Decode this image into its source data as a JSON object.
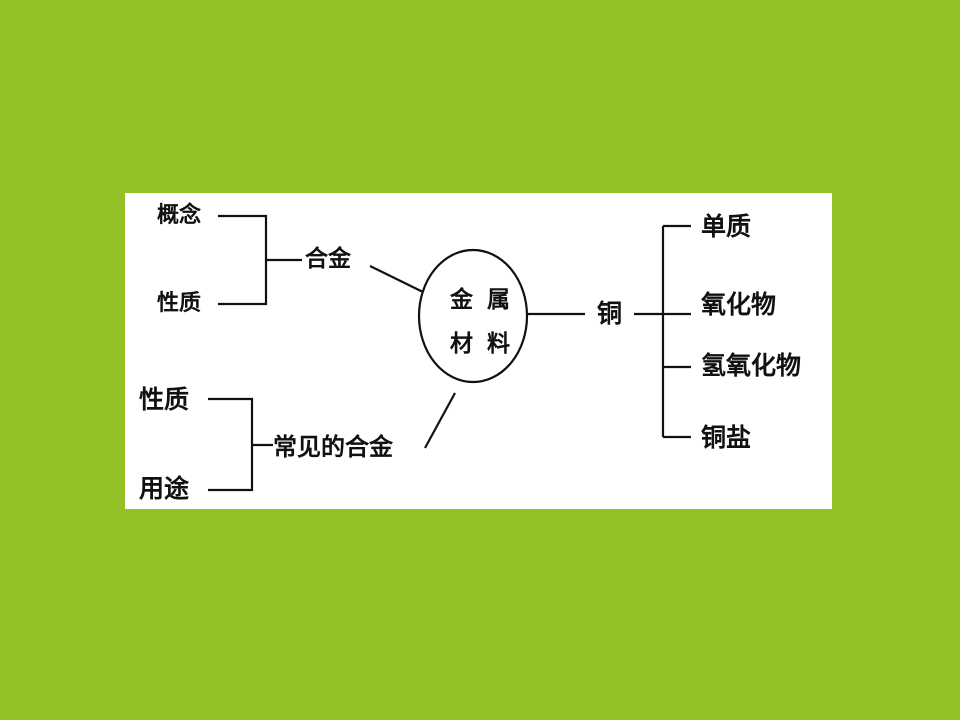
{
  "diagram": {
    "center": {
      "line1": "金属",
      "line2": "材料"
    },
    "left_top": {
      "label": "合金",
      "children": [
        "概念",
        "性质"
      ]
    },
    "left_bottom": {
      "label": "常见的合金",
      "children": [
        "性质",
        "用途"
      ]
    },
    "right": {
      "label": "铜",
      "children": [
        "单质",
        "氧化物",
        "氢氧化物",
        "铜盐"
      ]
    }
  },
  "colors": {
    "background": "#93c126",
    "panel": "#ffffff",
    "ink": "#111111"
  }
}
